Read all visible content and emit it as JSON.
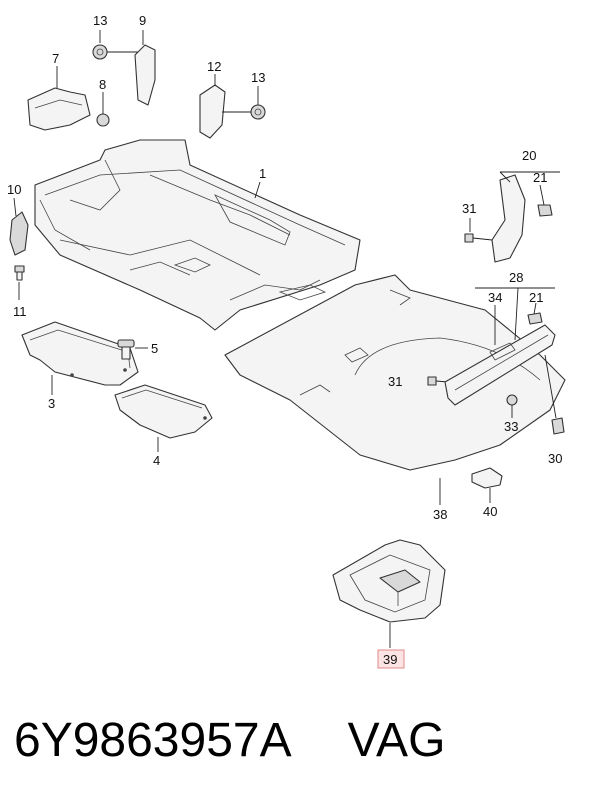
{
  "callouts": {
    "c1": "1",
    "c3": "3",
    "c4": "4",
    "c5": "5",
    "c7": "7",
    "c8": "8",
    "c9": "9",
    "c10": "10",
    "c11": "11",
    "c12": "12",
    "c13a": "13",
    "c13b": "13",
    "c20": "20",
    "c21a": "21",
    "c21b": "21",
    "c28": "28",
    "c30": "30",
    "c31a": "31",
    "c31b": "31",
    "c33": "33",
    "c34": "34",
    "c38": "38",
    "c39": "39",
    "c40": "40"
  },
  "highlight": {
    "callout": "39",
    "color": "#fde4e4",
    "border": "#e08a8a"
  },
  "footer": {
    "part_number": "6Y9863957A",
    "brand": "VAG"
  }
}
